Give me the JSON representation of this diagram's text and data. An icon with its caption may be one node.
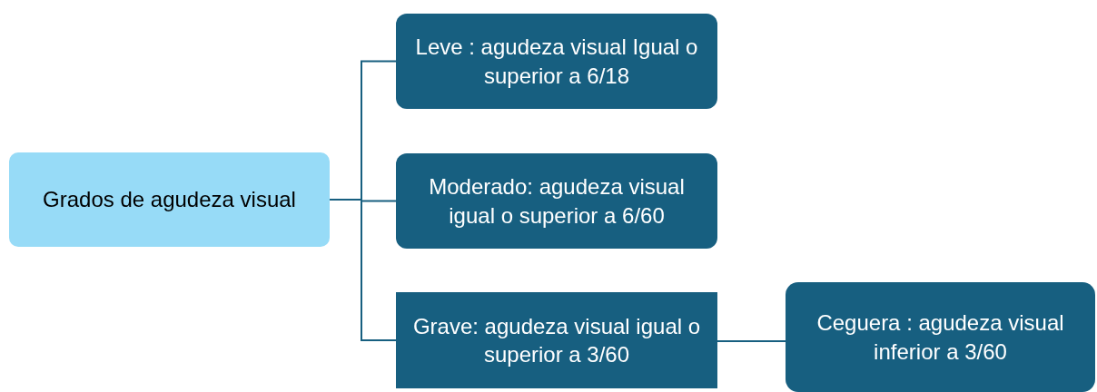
{
  "diagram": {
    "nodes": [
      {
        "text": [
          "Grados de agudeza visual"
        ]
      },
      {
        "text": [
          "Leve : agudeza visual Igual o superior a 6/18"
        ]
      },
      {
        "text": [
          "Moderado: agudeza visual igual o superior a 6/60"
        ]
      },
      {
        "text": [
          "Grave: agudeza visual igual o superior a 3/60"
        ]
      },
      {
        "text": [
          "Ceguera : agudeza visual inferior a 3/60"
        ]
      }
    ],
    "edges": [
      {
        "from": 0,
        "to": 1,
        "arrow": "none"
      },
      {
        "from": 0,
        "to": 2,
        "arrow": "none"
      },
      {
        "from": 0,
        "to": 3,
        "arrow": "none"
      },
      {
        "from": 3,
        "to": 4,
        "arrow": "none"
      }
    ]
  }
}
